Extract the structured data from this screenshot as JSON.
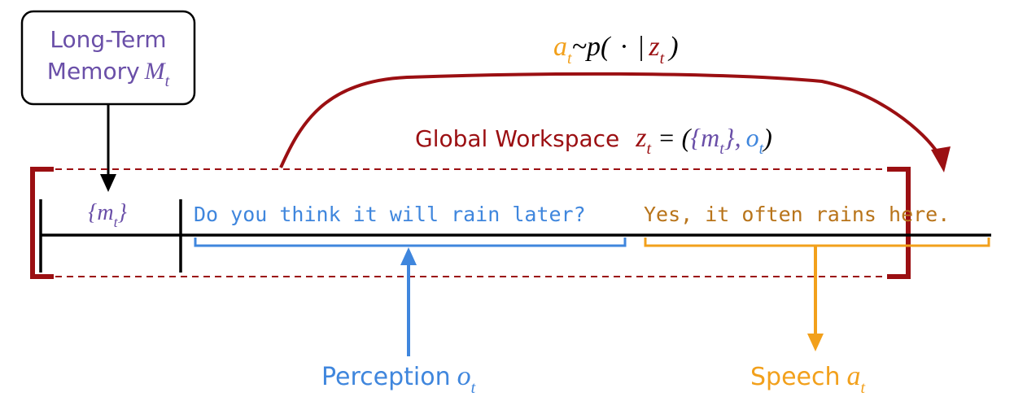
{
  "colors": {
    "memory": "#6a4fa8",
    "workspace": "#9b0f12",
    "perception": "#3f86dd",
    "speech": "#f2a01b",
    "speech_text": "#b8741a",
    "black": "#000000"
  },
  "memory_box": {
    "line1": "Long-Term",
    "line2": "Memory",
    "symbol": "M",
    "subscript": "t"
  },
  "action_formula": {
    "a": "a",
    "a_sub": "t",
    "rest_before": "~p(",
    "dot": "·",
    "bar": "|",
    "z": "z",
    "z_sub": "t",
    "close": ")"
  },
  "workspace_label": {
    "text": "Global Workspace",
    "z": "z",
    "z_sub": "t",
    "eq": "= (",
    "m_open": "{m",
    "m_sub": "t",
    "m_close": "},",
    "o": "o",
    "o_sub": "t",
    "close": ")"
  },
  "memory_token": {
    "open": "{m",
    "sub": "t",
    "close": "}"
  },
  "perception_text": "Do you think it will rain later?",
  "speech_text": "Yes, it often rains here.",
  "perception_label": {
    "text": "Perception",
    "symbol": "o",
    "sub": "t"
  },
  "speech_label": {
    "text": "Speech",
    "symbol": "a",
    "sub": "t"
  }
}
